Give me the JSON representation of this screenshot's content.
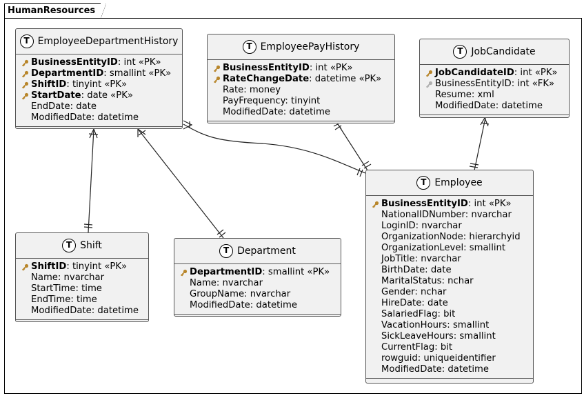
{
  "package": {
    "name": "HumanResources"
  },
  "colors": {
    "pk_key": "#b8862b",
    "fk_key": "#b0b0b0",
    "entity_bg": "#f1f1f1"
  },
  "entities": {
    "edh": {
      "name": "EmployeeDepartmentHistory",
      "fields": [
        {
          "key": "pk",
          "name": "BusinessEntityID",
          "type": ": int «PK»"
        },
        {
          "key": "pk",
          "name": "DepartmentID",
          "type": ": smallint «PK»"
        },
        {
          "key": "pk",
          "name": "ShiftID",
          "type": ": tinyint «PK»"
        },
        {
          "key": "pk",
          "name": "StartDate",
          "type": ": date «PK»"
        },
        {
          "key": "",
          "name": "",
          "type": "EndDate: date"
        },
        {
          "key": "",
          "name": "",
          "type": "ModifiedDate: datetime"
        }
      ]
    },
    "eph": {
      "name": "EmployeePayHistory",
      "fields": [
        {
          "key": "pk",
          "name": "BusinessEntityID",
          "type": ": int «PK»"
        },
        {
          "key": "pk",
          "name": "RateChangeDate",
          "type": ": datetime «PK»"
        },
        {
          "key": "",
          "name": "",
          "type": "Rate: money"
        },
        {
          "key": "",
          "name": "",
          "type": "PayFrequency: tinyint"
        },
        {
          "key": "",
          "name": "",
          "type": "ModifiedDate: datetime"
        }
      ]
    },
    "jc": {
      "name": "JobCandidate",
      "fields": [
        {
          "key": "pk",
          "name": "JobCandidateID",
          "type": ": int «PK»"
        },
        {
          "key": "fk",
          "name": "",
          "type": "BusinessEntityID: int «FK»"
        },
        {
          "key": "",
          "name": "",
          "type": "Resume: xml"
        },
        {
          "key": "",
          "name": "",
          "type": "ModifiedDate: datetime"
        }
      ]
    },
    "shift": {
      "name": "Shift",
      "fields": [
        {
          "key": "pk",
          "name": "ShiftID",
          "type": ": tinyint «PK»"
        },
        {
          "key": "",
          "name": "",
          "type": "Name: nvarchar"
        },
        {
          "key": "",
          "name": "",
          "type": "StartTime: time"
        },
        {
          "key": "",
          "name": "",
          "type": "EndTime: time"
        },
        {
          "key": "",
          "name": "",
          "type": "ModifiedDate: datetime"
        }
      ]
    },
    "dept": {
      "name": "Department",
      "fields": [
        {
          "key": "pk",
          "name": "DepartmentID",
          "type": ": smallint «PK»"
        },
        {
          "key": "",
          "name": "",
          "type": "Name: nvarchar"
        },
        {
          "key": "",
          "name": "",
          "type": "GroupName: nvarchar"
        },
        {
          "key": "",
          "name": "",
          "type": "ModifiedDate: datetime"
        }
      ]
    },
    "emp": {
      "name": "Employee",
      "fields": [
        {
          "key": "pk",
          "name": "BusinessEntityID",
          "type": ": int «PK»"
        },
        {
          "key": "",
          "name": "",
          "type": "NationalIDNumber: nvarchar"
        },
        {
          "key": "",
          "name": "",
          "type": "LoginID: nvarchar"
        },
        {
          "key": "",
          "name": "",
          "type": "OrganizationNode: hierarchyid"
        },
        {
          "key": "",
          "name": "",
          "type": "OrganizationLevel: smallint"
        },
        {
          "key": "",
          "name": "",
          "type": "JobTitle: nvarchar"
        },
        {
          "key": "",
          "name": "",
          "type": "BirthDate: date"
        },
        {
          "key": "",
          "name": "",
          "type": "MaritalStatus: nchar"
        },
        {
          "key": "",
          "name": "",
          "type": "Gender: nchar"
        },
        {
          "key": "",
          "name": "",
          "type": "HireDate: date"
        },
        {
          "key": "",
          "name": "",
          "type": "SalariedFlag: bit"
        },
        {
          "key": "",
          "name": "",
          "type": "VacationHours: smallint"
        },
        {
          "key": "",
          "name": "",
          "type": "SickLeaveHours: smallint"
        },
        {
          "key": "",
          "name": "",
          "type": "CurrentFlag: bit"
        },
        {
          "key": "",
          "name": "",
          "type": "rowguid: uniqueidentifier"
        },
        {
          "key": "",
          "name": "",
          "type": "ModifiedDate: datetime"
        }
      ]
    }
  }
}
